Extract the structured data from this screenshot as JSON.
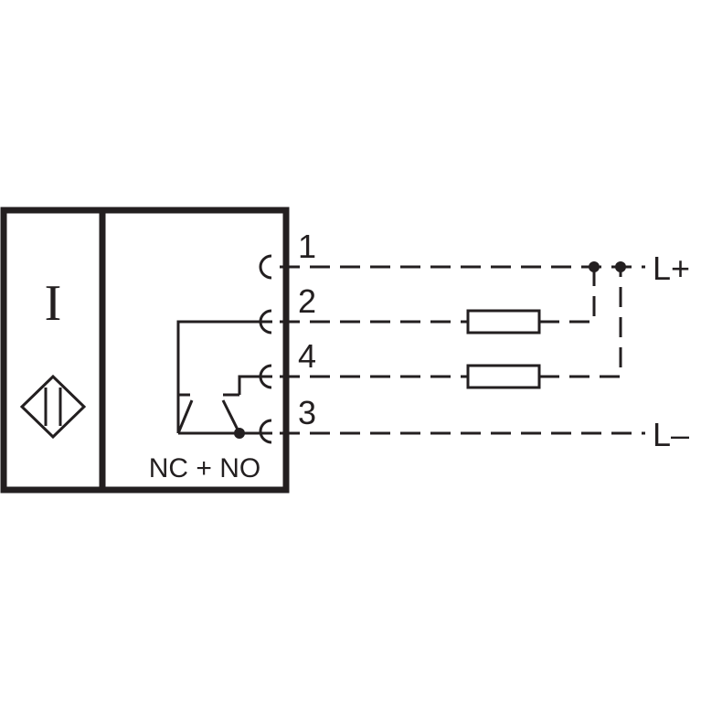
{
  "sensor": {
    "type_symbol": "I",
    "output_label": "NC + NO"
  },
  "pins": [
    "1",
    "2",
    "4",
    "3"
  ],
  "supply": {
    "positive": "L+",
    "negative": "L–"
  },
  "colors": {
    "ink": "#231f20",
    "background": "#ffffff"
  }
}
